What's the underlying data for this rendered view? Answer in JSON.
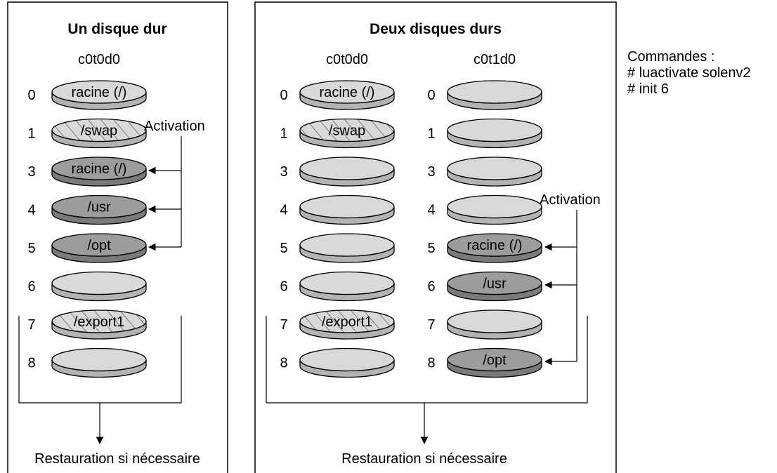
{
  "panels": [
    {
      "title": "Un disque dur",
      "footer": "Restauration si nécessaire",
      "disks": [
        {
          "name": "c0t0d0",
          "slices": [
            {
              "num": "0",
              "label": "racine (/)",
              "style": "light"
            },
            {
              "num": "1",
              "label": "/swap",
              "style": "hatched"
            },
            {
              "num": "3",
              "label": "racine (/)",
              "style": "dark"
            },
            {
              "num": "4",
              "label": "/usr",
              "style": "dark"
            },
            {
              "num": "5",
              "label": "/opt",
              "style": "dark"
            },
            {
              "num": "6",
              "label": "",
              "style": "light"
            },
            {
              "num": "7",
              "label": "/export1",
              "style": "hatched"
            },
            {
              "num": "8",
              "label": "",
              "style": "light"
            }
          ]
        }
      ],
      "activation": {
        "label": "Activation",
        "targets": [
          "3",
          "4",
          "5"
        ]
      }
    },
    {
      "title": "Deux disques durs",
      "footer": "Restauration si nécessaire",
      "disks": [
        {
          "name": "c0t0d0",
          "slices": [
            {
              "num": "0",
              "label": "racine (/)",
              "style": "light"
            },
            {
              "num": "1",
              "label": "/swap",
              "style": "hatched"
            },
            {
              "num": "3",
              "label": "",
              "style": "light"
            },
            {
              "num": "4",
              "label": "",
              "style": "light"
            },
            {
              "num": "5",
              "label": "",
              "style": "light"
            },
            {
              "num": "6",
              "label": "",
              "style": "light"
            },
            {
              "num": "7",
              "label": "/export1",
              "style": "hatched"
            },
            {
              "num": "8",
              "label": "",
              "style": "light"
            }
          ]
        },
        {
          "name": "c0t1d0",
          "slices": [
            {
              "num": "0",
              "label": "",
              "style": "light"
            },
            {
              "num": "1",
              "label": "",
              "style": "light"
            },
            {
              "num": "3",
              "label": "",
              "style": "light"
            },
            {
              "num": "4",
              "label": "",
              "style": "light"
            },
            {
              "num": "5",
              "label": "racine (/)",
              "style": "dark"
            },
            {
              "num": "6",
              "label": "/usr",
              "style": "dark"
            },
            {
              "num": "7",
              "label": "",
              "style": "light"
            },
            {
              "num": "8",
              "label": "/opt",
              "style": "dark"
            }
          ]
        }
      ],
      "activation": {
        "label": "Activation",
        "targets": [
          "5",
          "6",
          "8"
        ]
      }
    }
  ],
  "commands": {
    "heading": "Commandes :",
    "lines": [
      "# luactivate solenv2",
      "# init 6"
    ]
  },
  "colors": {
    "light_top": "#d9d9d9",
    "light_side": "#b3b3b3",
    "dark_top": "#9c9c9c",
    "dark_side": "#7a7a7a",
    "hatch_line": "#555555"
  }
}
